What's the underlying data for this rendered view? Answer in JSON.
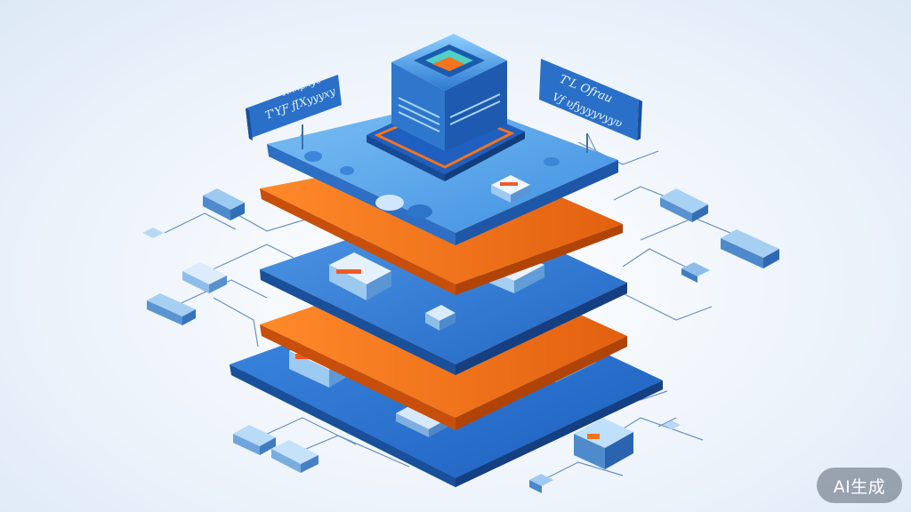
{
  "scene": {
    "description_kind": "isometric illustration",
    "colors": {
      "layer_blue": "#2f7fd6",
      "layer_blue_light": "#5aa7ea",
      "layer_orange": "#f2741f",
      "line": "#3d6fa8",
      "background": "#eef4fb"
    },
    "sign_left": {
      "line1": "Rxxpxyo",
      "line2": "T'YƑ ƒ[Xyyyxy"
    },
    "sign_right": {
      "line1": "T'L Ofrau",
      "line2": "Vƒ υƒyyyyvyyυ"
    }
  },
  "badge": {
    "label": "AI生成"
  }
}
